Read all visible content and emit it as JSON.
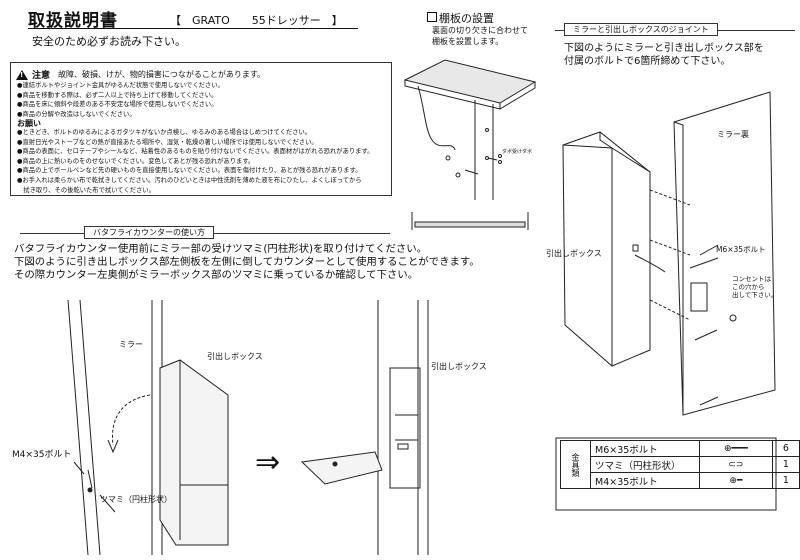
{
  "header": {
    "title": "取扱説明書",
    "product": "【　GRATO　　55ドレッサー　】",
    "must_read": "安全のため必ずお読み下さい。"
  },
  "caution": {
    "title": "注意",
    "subtitle": "故障、破損、けが、物的損害につながることがあります。",
    "items": [
      "●連結ボルトやジョイント金具がゆるんだ状態で使用しないでください。",
      "●商品を移動する際は、必ず二人以上で持ち上げて移動してください。",
      "●商品を床に傾斜や段差のある不安定な場所で使用しないでください。",
      "●商品の分解や改造はしないでください。"
    ],
    "request_title": "お願い",
    "request_items": [
      "●ときどき、ボルトのゆるみによるガタツキがないか点検し、ゆるみのある場合はしめつけてください。",
      "●直射日光やストーブなどの熱が直接あたる場所や、湿気・乾燥の著しい場所では使用しないでください。",
      "●商品の表面に、セロテープやシールなど、粘着性のあるものを貼り付けないでください。表面材がはがれる恐れがあります。",
      "●商品の上に熱いものをのせないでください。変色してあとが残る恐れがあります。",
      "●商品の上でボールペンなど先の硬いものを直接使用しないでください。表面を傷付けたり、あとが残る恐れがあります。",
      "●お手入れは柔らかい布で乾拭きしてください。汚れのひどいときは中性洗剤を薄めた液を布にひたし、よくしぼってから",
      "　拭き取り、その後乾いた布で拭いてください。"
    ]
  },
  "butterfly": {
    "section_label": "バタフライカウンターの使い方",
    "lines": [
      "バタフライカウンター使用前にミラー部の受けツマミ(円柱形状)を取り付けてください。",
      "下図のように引き出しボックス部左側板を左側に倒してカウンターとして使用することができます。",
      "その際カウンター左奥側がミラーボックス部のツマミに乗っているか確認して下さい。"
    ],
    "label_mirror": "ミラー",
    "label_drawer_box": "引出しボックス",
    "label_drawer_box_2": "引出しボックス",
    "label_bolt": "M4×35ボルト",
    "label_knob": "ツマミ（円柱形状）",
    "arrow": "⇒"
  },
  "shelf": {
    "title": "棚板の設置",
    "lines": [
      "裏面の切り欠きに合わせて",
      "棚板を設置します。"
    ],
    "label_dowel": "ダボ受けダボ"
  },
  "joint": {
    "section_label": "ミラーと引出しボックスのジョイント",
    "lines": [
      "下図のようにミラーと引き出しボックス部を",
      "付属のボルトで6箇所締めて下さい。"
    ],
    "label_mirror_back": "ミラー裏",
    "label_drawer_box": "引出しボックス",
    "label_bolt": "M6×35ボルト",
    "label_outlet": [
      "コンセントは",
      "この穴から",
      "出して下さい。"
    ]
  },
  "parts": {
    "side_label": "金具類",
    "rows": [
      {
        "name": "M6×35ボルト",
        "icon": "⊕━━━",
        "qty": "6"
      },
      {
        "name": "ツマミ（円柱形状）",
        "icon": "⊂⊃",
        "qty": "1"
      },
      {
        "name": "M4×35ボルト",
        "icon": "⊕━",
        "qty": "1"
      }
    ]
  }
}
